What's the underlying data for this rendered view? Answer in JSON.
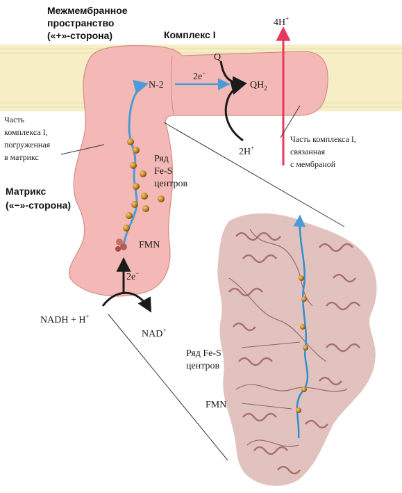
{
  "labels": {
    "intermembrane_line1": "Межмембранное",
    "intermembrane_line2": "пространство",
    "intermembrane_line3": "(«+»-сторона)",
    "complex_title": "Комплекс I",
    "proton_out": "4H",
    "proton_out_sup": "+",
    "q": "Q",
    "qh2": "QH",
    "qh2_sub": "2",
    "n2": "N-2",
    "two_e_top": "2e",
    "two_e_top_sup": "−",
    "matrix_part_line1": "Часть",
    "matrix_part_line2": "комплекса I,",
    "matrix_part_line3": "погруженная",
    "matrix_part_line4": "в матрикс",
    "two_h_in": "2H",
    "two_h_in_sup": "+",
    "membrane_part_line1": "Часть комплекса I,",
    "membrane_part_line2": "связанная",
    "membrane_part_line3": "с мембраной",
    "fes_line1": "Ряд",
    "fes_line2": "Fe-S",
    "fes_line3": "центров",
    "matrix_line1": "Матрикс",
    "matrix_line2": "(«−»-сторона)",
    "fmn": "FMN",
    "two_e_bottom": "2e",
    "two_e_bottom_sup": "−",
    "nadh": "NADH + H",
    "nadh_sup": "+",
    "nad": "NAD",
    "nad_sup": "+",
    "fes_struct_line1": "Ряд Fe-S",
    "fes_struct_line2": "центров",
    "fmn_struct": "FMN"
  },
  "colors": {
    "membrane": "#f6efc6",
    "complex_fill": "#f4b9b6",
    "complex_stroke": "#d48c88",
    "electron_path": "#4b9bd6",
    "proton_arrow": "#e8385e",
    "fes_center": "#c98a2a",
    "protein": "#c98f8b"
  }
}
